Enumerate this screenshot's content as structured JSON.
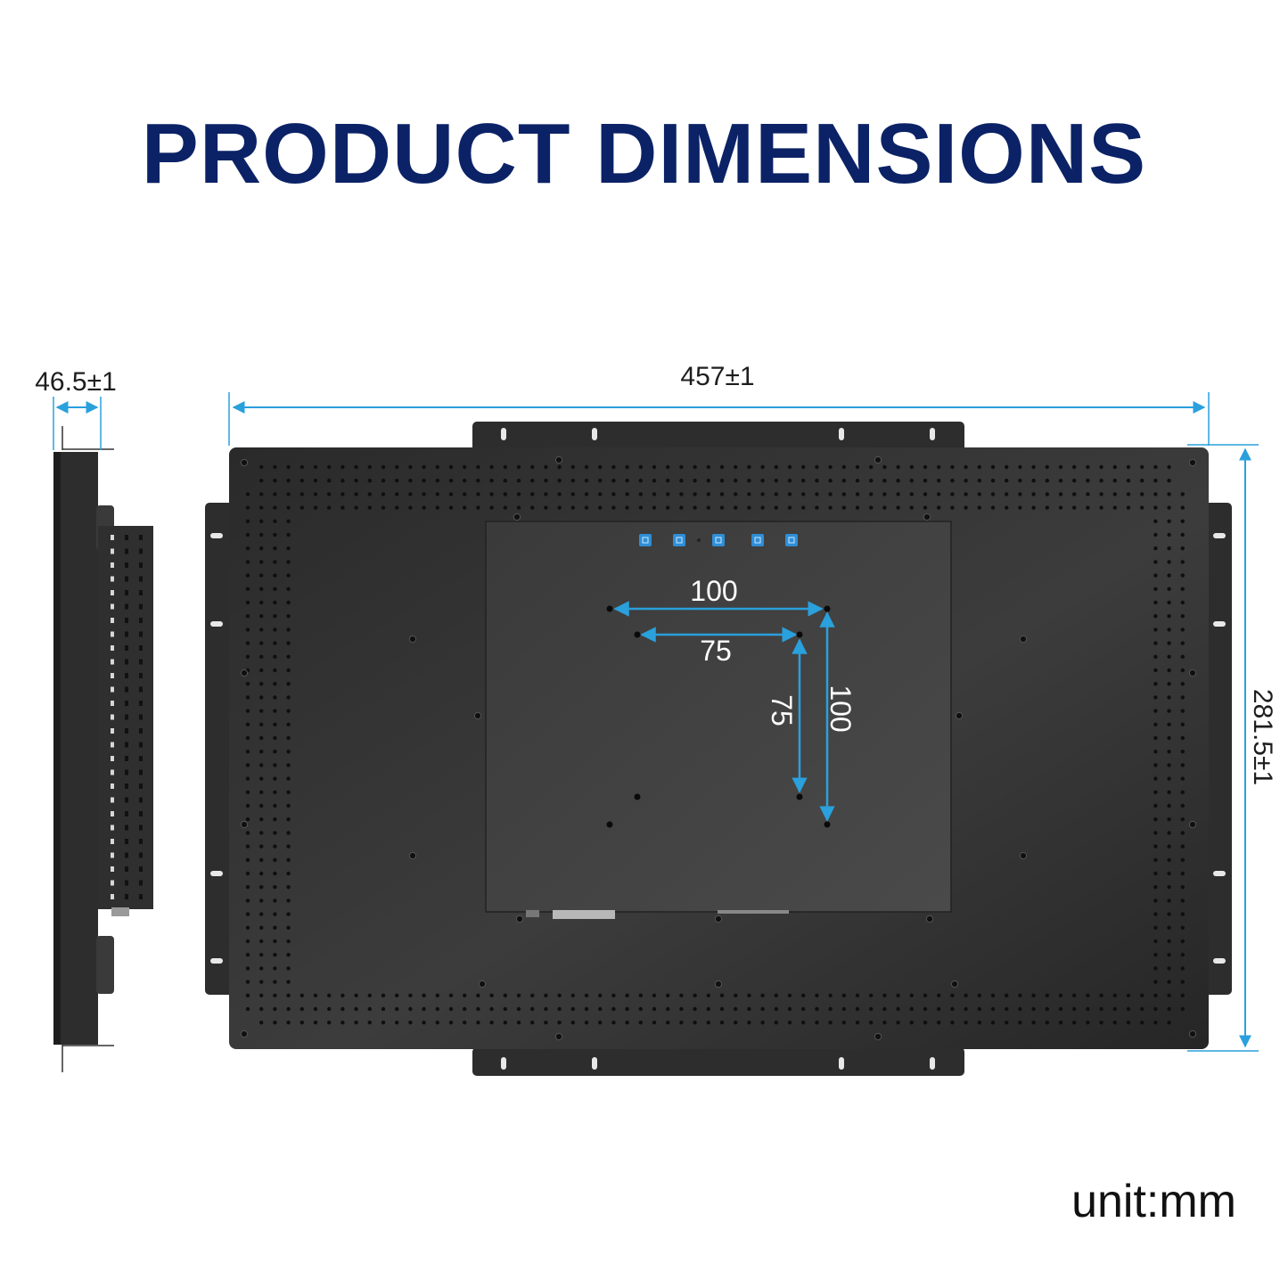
{
  "title": "PRODUCT DIMENSIONS",
  "colors": {
    "title": "#0b2266",
    "dimension_line": "#2aa0dc",
    "panel": "#2b2b2b",
    "panel_highlight": "#474747",
    "button": "#2f8fd6"
  },
  "dimensions": {
    "depth": "46.5±1",
    "width": "457±1",
    "height": "281.5±1"
  },
  "vesa": {
    "h_outer": "100",
    "h_inner": "75",
    "v_inner": "75",
    "v_outer": "100"
  },
  "buttons": [
    "menu-icon",
    "plus-icon",
    "power-icon",
    "minus-icon",
    "auto-icon"
  ],
  "unit": "unit:mm"
}
